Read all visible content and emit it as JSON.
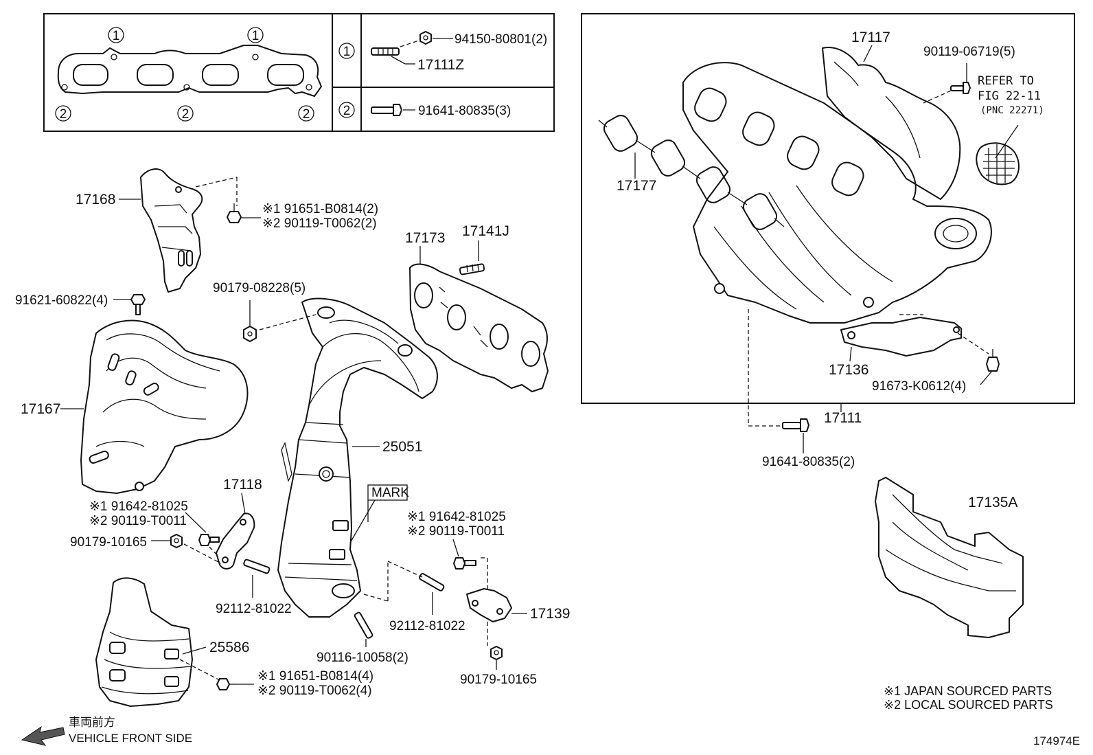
{
  "legend_table": {
    "row1": {
      "circle": "1",
      "part": "17111Z",
      "nut": "94150-80801(2)"
    },
    "row2": {
      "circle": "2",
      "bolt": "91641-80835(3)"
    },
    "gasket_marks": [
      "1",
      "1",
      "2",
      "2",
      "2"
    ]
  },
  "labels": {
    "p17117": "17117",
    "p90119_06719": "90119-06719(5)",
    "refer_to": "REFER TO",
    "fig": "FIG 22-11",
    "pnc": "(PNC 22271)",
    "p17177": "17177",
    "p17136": "17136",
    "p91673": "91673-K0612(4)",
    "p17111": "17111",
    "p91641_b": "91641-80835(2)",
    "p17135a": "17135A",
    "p17168": "17168",
    "p17168_b1": "※1 91651-B0814(2)",
    "p17168_b2": "※2 90119-T0062(2)",
    "p17173": "17173",
    "p17141j": "17141J",
    "p91621": "91621-60822(4)",
    "p90179_08228": "90179-08228(5)",
    "p17167": "17167",
    "p25051": "25051",
    "p17118": "17118",
    "mark": "MARK",
    "p17118_b1": "※1 91642-81025",
    "p17118_b2": "※2 90119-T0011",
    "p90179_10165_a": "90179-10165",
    "p17139_b1": "※1 91642-81025",
    "p17139_b2": "※2 90119-T0011",
    "p17139": "17139",
    "p92112_a": "92112-81022",
    "p92112_b": "92112-81022",
    "p25586": "25586",
    "p90116": "90116-10058(2)",
    "p90179_10165_b": "90179-10165",
    "p25586_b1": "※1 91651-B0814(4)",
    "p25586_b2": "※2 90119-T0062(4)",
    "note1": "※1 JAPAN SOURCED PARTS",
    "note2": "※2 LOCAL SOURCED PARTS",
    "front_jp": "車両前方",
    "front_en": "VEHICLE FRONT SIDE",
    "diagram_id": "174974E"
  }
}
